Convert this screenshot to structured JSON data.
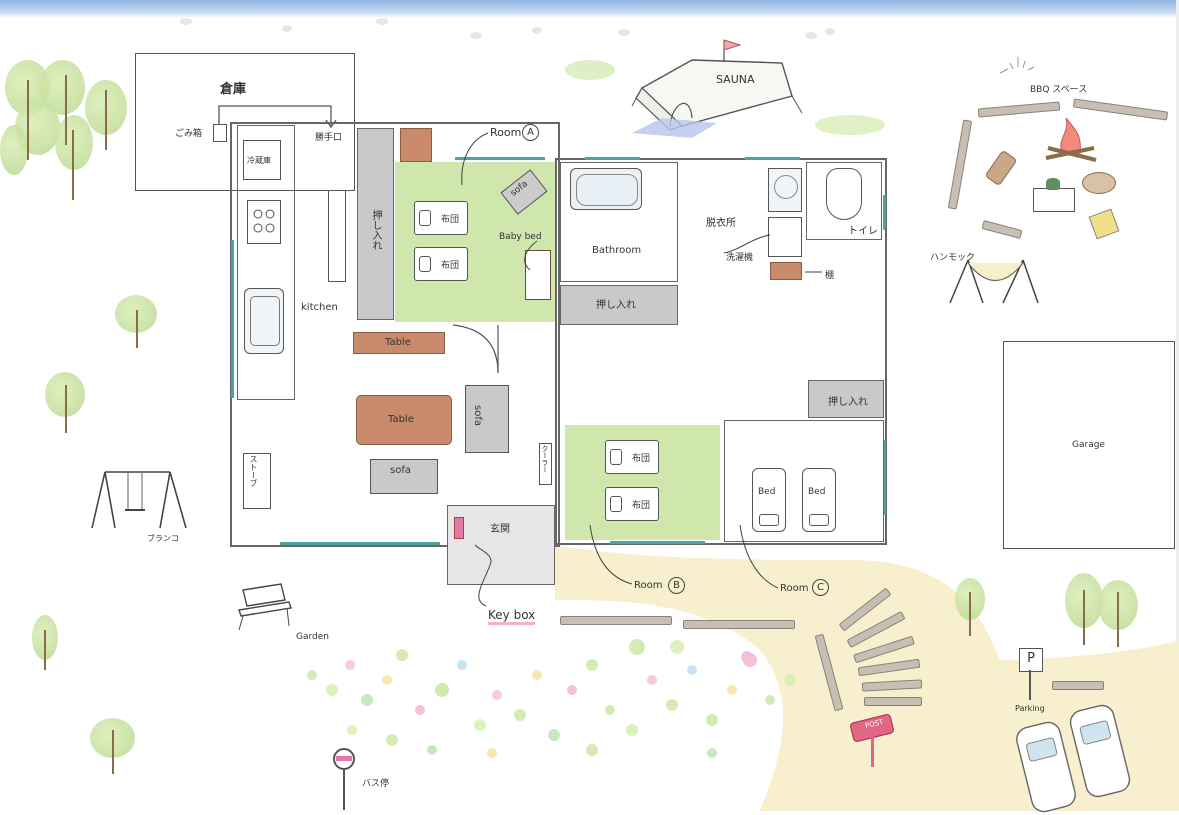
{
  "labels": {
    "storage": "倉庫",
    "trash": "ごみ箱",
    "back_door": "勝手口",
    "fridge": "冷蔵庫",
    "kitchen": "kitchen",
    "closet_left": "押し入れ",
    "room_a": "Room",
    "room_a_mark": "A",
    "sofa_a": "sofa",
    "futon": "布団",
    "baby_bed": "Baby bed",
    "bathroom": "Bathroom",
    "dressing": "脱衣所",
    "washer": "洗濯機",
    "shelf": "棚",
    "toilet": "トイレ",
    "closet_mid": "押し入れ",
    "closet_right": "押し入れ",
    "table_small": "Table",
    "table_big": "Table",
    "sofa_v": "sofa",
    "sofa_h": "sofa",
    "stove": "ストーブ",
    "cooler": "クーラー",
    "entrance": "玄関",
    "key_box": "Key box",
    "room_b": "Room",
    "room_b_mark": "B",
    "room_c": "Room",
    "room_c_mark": "C",
    "bed": "Bed",
    "sauna": "SAUNA",
    "bbq": "BBQ スペース",
    "hammock": "ハンモック",
    "garage": "Garage",
    "swing": "ブランコ",
    "garden": "Garden",
    "parking": "Parking",
    "parking_sign": "P",
    "bus_stop": "バス停",
    "post": "POST"
  },
  "colors": {
    "room_green": "#cfe6ad",
    "closet_grey": "#c9c9c9",
    "furniture_brown": "#c98a6c",
    "window_teal": "#4aa5a0",
    "sand": "#f5ecc8",
    "sky": "#8fb3df",
    "key_pink": "#e07aa8"
  }
}
